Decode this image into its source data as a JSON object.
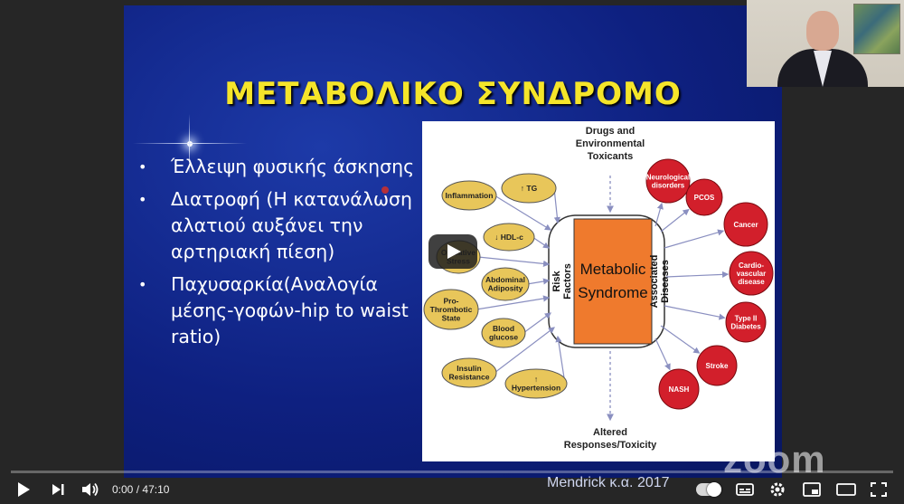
{
  "slide": {
    "title": "ΜΕΤΑΒΟΛΙΚΟ ΣΥΝΔΡΟΜΟ",
    "bullets": [
      "Έλλειψη φυσικής άσκησης",
      "Διατροφή (Η κατανάλωση αλατιού αυξάνει την αρτηριακή πίεση)",
      "Παχυσαρκία(Αναλογία μέσης-γοφών-hip to waist ratio)"
    ],
    "citation": "Mendrick κ.α. 2017"
  },
  "diagram": {
    "top_label_lines": [
      "Drugs and",
      "Environmental",
      "Toxicants"
    ],
    "bottom_label_lines": [
      "Altered",
      "Responses/Toxicity"
    ],
    "center_lines": [
      "Metabolic",
      "Syndrome"
    ],
    "left_band_lines": [
      "Risk",
      "Factors"
    ],
    "right_band_lines": [
      "Associated",
      "Diseases"
    ],
    "risk_factors": [
      [
        "Inflammation"
      ],
      [
        "↑ TG"
      ],
      [
        "↓ HDL-c"
      ],
      [
        "Oxidative",
        "Stress"
      ],
      [
        "Abdominal",
        "Adiposity"
      ],
      [
        "Pro-",
        "Thrombotic",
        "State"
      ],
      [
        "Blood",
        "glucose"
      ],
      [
        "Insulin",
        "Resistance"
      ],
      [
        "↑",
        "Hypertension"
      ]
    ],
    "diseases": [
      [
        "Neurological",
        "disorders"
      ],
      [
        "PCOS"
      ],
      [
        "Cancer"
      ],
      [
        "Cardio-",
        "vascular",
        "disease"
      ],
      [
        "Type II",
        "Diabetes"
      ],
      [
        "Stroke"
      ],
      [
        "NASH"
      ]
    ],
    "colors": {
      "factor": "#e8c65a",
      "disease": "#d21f2b",
      "center": "#ef7a2d",
      "arrow": "#8a8fc0"
    }
  },
  "webcam": {
    "present": true
  },
  "watermark": "zoom",
  "player": {
    "current_time": "0:00",
    "duration": "47:10",
    "time_separator": "/",
    "progress": 0.0,
    "icons": [
      "play-icon",
      "next-icon",
      "volume-icon",
      "autoplay-toggle",
      "subtitles-icon",
      "settings-icon",
      "miniplayer-icon",
      "theater-icon",
      "fullscreen-icon"
    ]
  }
}
